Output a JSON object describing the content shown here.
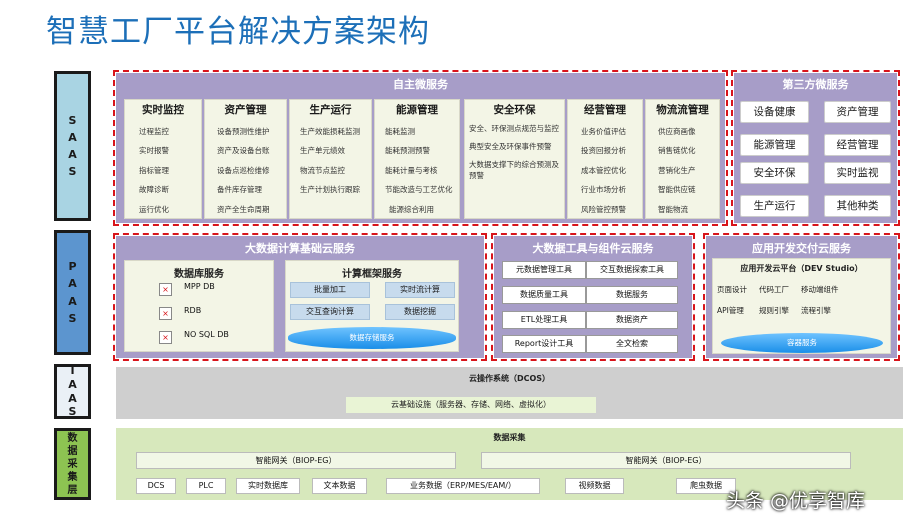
{
  "title": "智慧工厂平台解决方案架构",
  "side_labels": {
    "saas": [
      "S",
      "A",
      "A",
      "S"
    ],
    "paas": [
      "P",
      "A",
      "A",
      "S"
    ],
    "iaas": [
      "I",
      "A",
      "A",
      "S"
    ],
    "data": [
      "数",
      "据",
      "采",
      "集",
      "层"
    ]
  },
  "saas": {
    "self_title": "自主微服务",
    "panels": [
      {
        "title": "实时监控",
        "items": [
          "过程监控",
          "实时报警",
          "指标管理",
          "故障诊断",
          "运行优化"
        ]
      },
      {
        "title": "资产管理",
        "items": [
          "设备预测性维护",
          "资产及设备台账",
          "设备点巡检维修",
          "备件库存管理",
          "资产全生命周期"
        ]
      },
      {
        "title": "生产运行",
        "items": [
          "生产效能损耗监测",
          "生产单元绩效",
          "物流节点监控",
          "生产计划执行跟踪"
        ]
      },
      {
        "title": "能源管理",
        "items": [
          "能耗监测",
          "能耗预测预警",
          "能耗计量与考核",
          "节能改造与工艺优化",
          "能源综合利用"
        ]
      },
      {
        "title": "安全环保",
        "items": [
          "安全、环保测点规范与监控",
          "典型安全及环保事件预警",
          "大数据支撑下的综合预测及预警"
        ]
      },
      {
        "title": "经营管理",
        "items": [
          "业务价值评估",
          "投资回报分析",
          "成本管控优化",
          "行业市场分析",
          "风险管控预警"
        ]
      },
      {
        "title": "物流流管理",
        "items": [
          "供应商画像",
          "销售链优化",
          "营销化生产",
          "智能供应链",
          "智能物流"
        ]
      }
    ],
    "third_title": "第三方微服务",
    "third_items": [
      "设备健康",
      "资产管理",
      "能源管理",
      "经营管理",
      "安全环保",
      "实时监视",
      "生产运行",
      "其他种类"
    ]
  },
  "paas": {
    "bigdata_title": "大数据计算基础云服务",
    "db_title": "数据库服务",
    "db_items": [
      "MPP DB",
      "RDB",
      "NO SQL DB"
    ],
    "compute_title": "计算框架服务",
    "compute_items": [
      "批量加工",
      "实时流计算",
      "交互查询计算",
      "数据挖掘"
    ],
    "storage": "数据存储服务",
    "tools_title": "大数据工具与组件云服务",
    "tools_grid": [
      [
        "元数据管理工具",
        "交互数据探索工具"
      ],
      [
        "数据质量工具",
        "数据服务"
      ],
      [
        "ETL处理工具",
        "数据资产"
      ],
      [
        "Report设计工具",
        "全文检索"
      ]
    ],
    "app_title": "应用开发交付云服务",
    "app_platform": "应用开发云平台（DEV Studio）",
    "app_row1": [
      "页面设计",
      "代码工厂",
      "移动端组件"
    ],
    "app_row2": [
      "API管理",
      "规则引擎",
      "流程引擎"
    ],
    "container": "容器服务"
  },
  "iaas": {
    "os": "云操作系统（DCOS）",
    "infra": "云基础设施（服务器、存储、网络、虚拟化）"
  },
  "data": {
    "title": "数据采集",
    "gateways": [
      "智能网关（BIOP-EG）",
      "智能网关（BIOP-EG）"
    ],
    "sources": [
      "DCS",
      "PLC",
      "实时数据库",
      "文本数据",
      "业务数据（ERP/MES/EAM/）",
      "视频数据",
      "爬虫数据"
    ]
  },
  "watermark": "头条 @优享智库"
}
